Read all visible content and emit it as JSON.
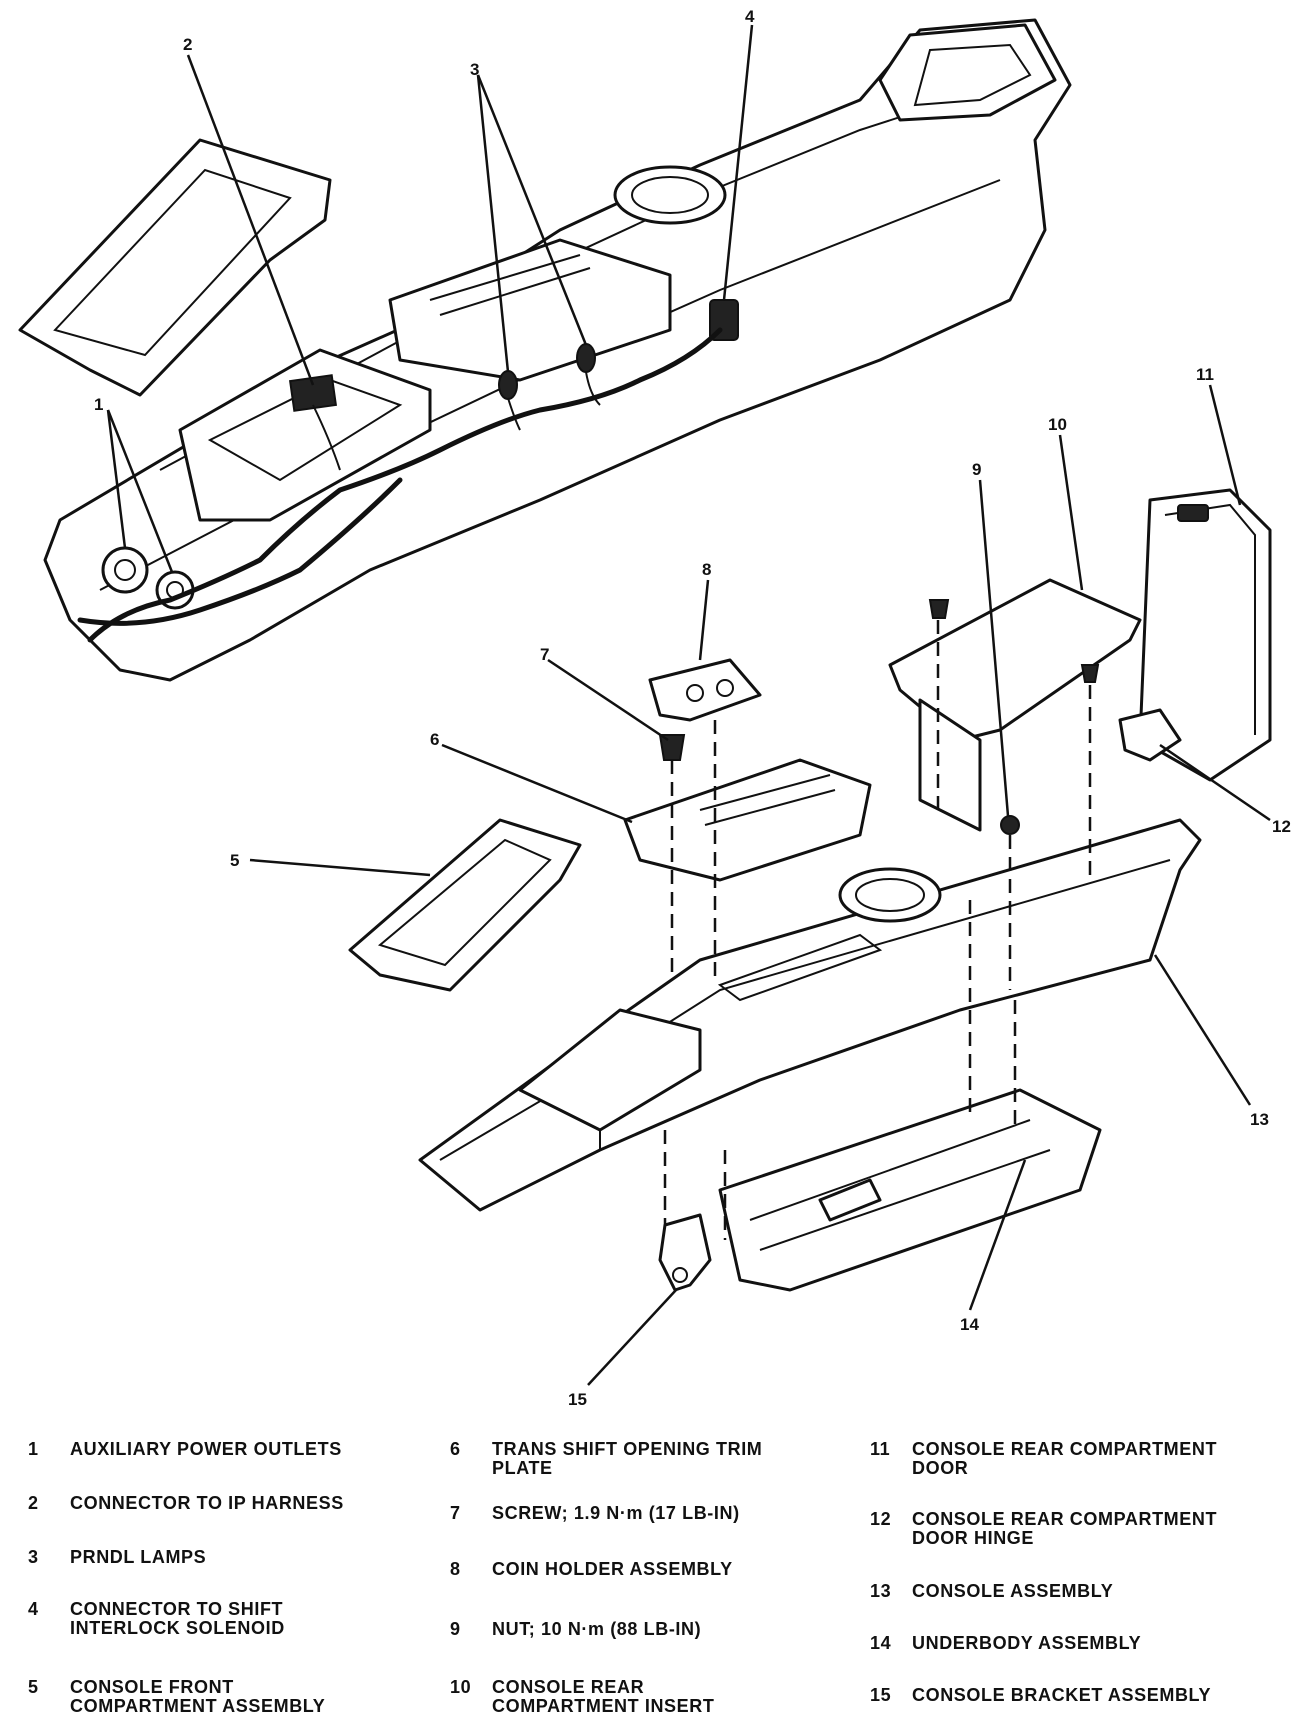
{
  "callouts": [
    "1",
    "2",
    "3",
    "4",
    "5",
    "6",
    "7",
    "8",
    "9",
    "10",
    "11",
    "12",
    "13",
    "14",
    "15"
  ],
  "legend": [
    {
      "num": "1",
      "text": "AUXILIARY POWER OUTLETS"
    },
    {
      "num": "2",
      "text": "CONNECTOR TO IP HARNESS"
    },
    {
      "num": "3",
      "text": "PRNDL LAMPS"
    },
    {
      "num": "4",
      "text": "CONNECTOR TO SHIFT\nINTERLOCK SOLENOID"
    },
    {
      "num": "5",
      "text": "CONSOLE FRONT\nCOMPARTMENT ASSEMBLY"
    },
    {
      "num": "6",
      "text": "TRANS SHIFT OPENING TRIM\nPLATE"
    },
    {
      "num": "7",
      "text": "SCREW; 1.9 N·m (17 LB-IN)"
    },
    {
      "num": "8",
      "text": "COIN HOLDER ASSEMBLY"
    },
    {
      "num": "9",
      "text": "NUT; 10 N·m (88 LB-IN)"
    },
    {
      "num": "10",
      "text": "CONSOLE REAR\nCOMPARTMENT INSERT"
    },
    {
      "num": "11",
      "text": "CONSOLE REAR COMPARTMENT\nDOOR"
    },
    {
      "num": "12",
      "text": "CONSOLE REAR COMPARTMENT\nDOOR HINGE"
    },
    {
      "num": "13",
      "text": "CONSOLE ASSEMBLY"
    },
    {
      "num": "14",
      "text": "UNDERBODY ASSEMBLY"
    },
    {
      "num": "15",
      "text": "CONSOLE BRACKET ASSEMBLY"
    }
  ]
}
